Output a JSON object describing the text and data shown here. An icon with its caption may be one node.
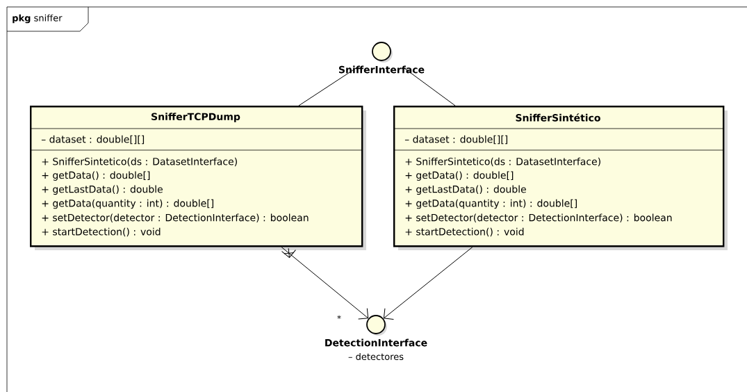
{
  "diagram": {
    "nodes": [
      {
        "text": [
          "**pkg** sniffer"
        ]
      },
      {
        "text": [
          "SnifferInterface"
        ],
        "in": 0
      },
      {
        "text": [
          "SnifferTCPDump",
          "– dataset : double[][]",
          "+ SnifferSintetico(ds : DatasetInterface)",
          "+ getData() : double[]",
          "+ getLastData() : double",
          "+ getData(quantity : int) : double[]",
          "+ setDetector(detector : DetectionInterface) : boolean",
          "+ startDetection() : void"
        ],
        "in": 0
      },
      {
        "text": [
          "SnifferSintético",
          "– dataset : double[][]",
          "+ SnifferSintetico(ds : DatasetInterface)",
          "+ getData() : double[]",
          "+ getLastData() : double",
          "+ getData(quantity : int) : double[]",
          "+ setDetector(detector : DetectionInterface) : boolean",
          "+ startDetection() : void"
        ],
        "in": 0
      },
      {
        "text": [
          "DetectionInterface"
        ],
        "beside": [
          "– detectores"
        ],
        "in": 0
      }
    ],
    "edges": [
      {
        "from": 1,
        "to": 2,
        "arrow": "none"
      },
      {
        "from": 1,
        "to": 3,
        "arrow": "none"
      },
      {
        "from": 2,
        "to": 4,
        "arrow": "to"
      },
      {
        "from": 3,
        "to": 4,
        "arrow": "to"
      }
    ],
    "labels": [
      "*"
    ]
  }
}
